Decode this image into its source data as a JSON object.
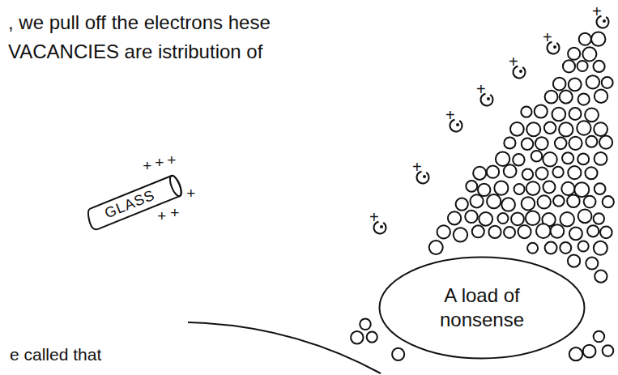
{
  "diagram": {
    "nodes": [
      {
        "text": [
          "GLASS"
        ]
      },
      {
        "text": [
          "A load of nonsense"
        ]
      },
      {
        "text": [
          "e called that"
        ]
      }
    ],
    "labels": [
      ", we pull off the electrons hese VACANCIES are istribution of",
      "+",
      "+",
      "+",
      "+",
      "+",
      "+",
      "+",
      "+",
      "+",
      "+",
      "+",
      "+",
      "+"
    ]
  }
}
